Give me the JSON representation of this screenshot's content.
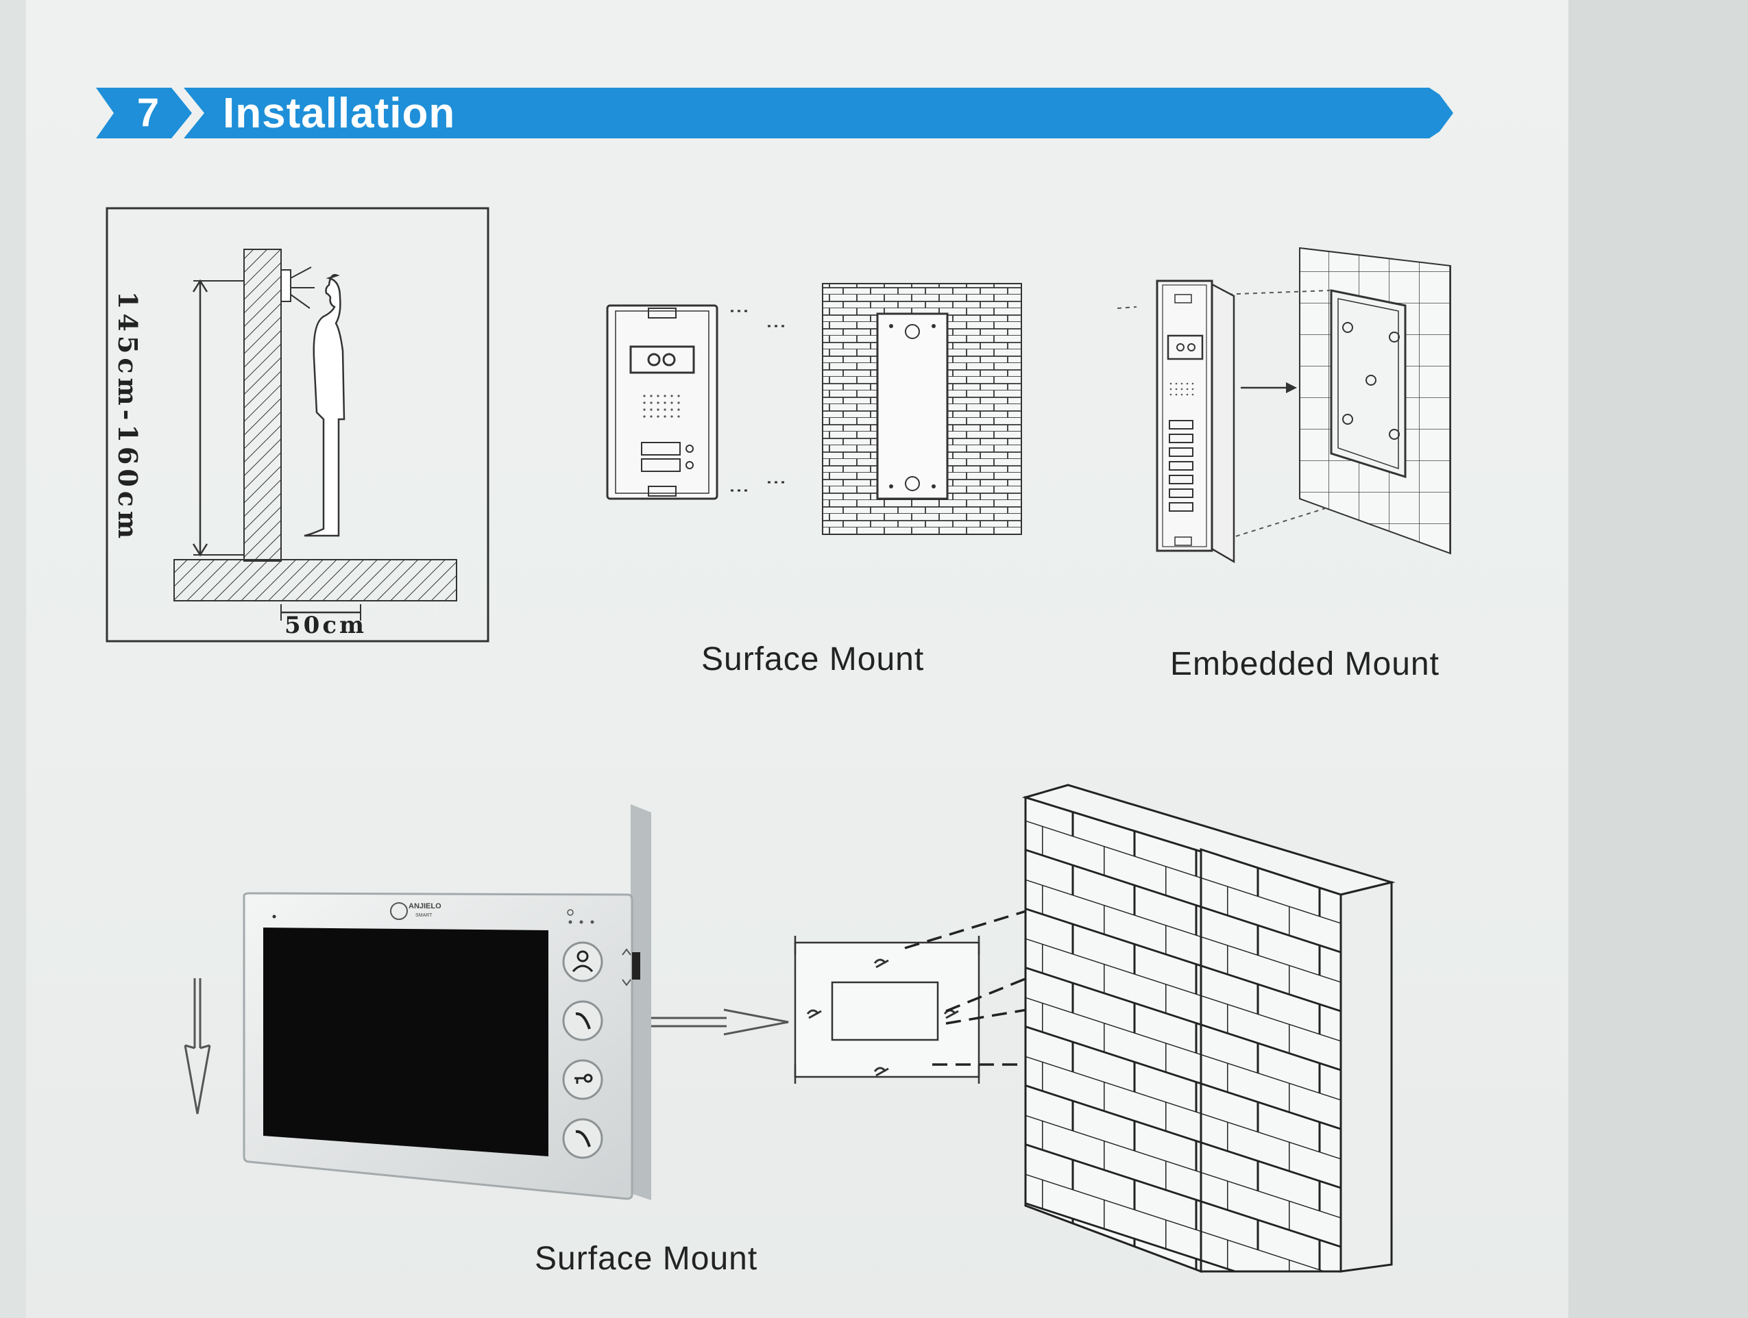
{
  "section": {
    "number": "7",
    "title": "Installation",
    "accent_color": "#1e8fd8"
  },
  "height_diagram": {
    "height_label": "145cm-160cm",
    "distance_label": "50cm"
  },
  "outdoor_panel": {
    "surface_caption": "Surface Mount",
    "embedded_caption": "Embedded Mount"
  },
  "indoor_monitor": {
    "brand": "ANJIELO SMART",
    "surface_caption": "Surface Mount",
    "buttons": [
      "person-icon",
      "phone-icon",
      "key-icon",
      "phone-icon"
    ]
  }
}
